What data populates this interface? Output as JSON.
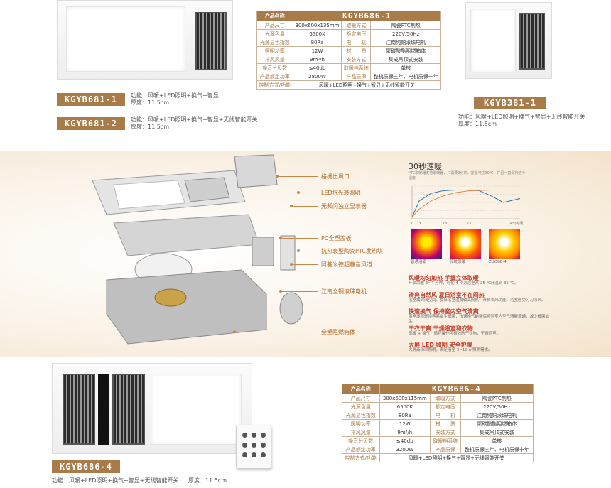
{
  "colors": {
    "brand": "#a97b48",
    "accent": "#b5651d",
    "chart_line": "#2b6cb0"
  },
  "top": {
    "kgyb681_1": {
      "label": "KGYB681-1",
      "func": "功能：风暖+LED照明+换气+智显",
      "thickness": "厚度：11.5cm"
    },
    "kgyb681_2": {
      "label": "KGYB681-2",
      "func": "功能：风暖+LED照明+换气+智显+无线智能开关",
      "thickness": "厚度：11.5cm"
    },
    "kgyb381_1": {
      "label": "KGYB381-1",
      "func": "功能：风暖+LED照明+换气+智显+无线智能开关",
      "thickness": "厚度：11.5cm"
    }
  },
  "spec_top": {
    "header_label": "产品名称",
    "model": "KGYB686-1",
    "rows": [
      [
        "产品尺寸",
        "300x600x135mm",
        "取暖方式",
        "陶瓷PTC制热"
      ],
      [
        "光源色温",
        "6500K",
        "额定电压",
        "220V/50Hz"
      ],
      [
        "光源显色指数",
        "80Ra",
        "电　　机",
        "江南纯铜滚珠电机"
      ],
      [
        "照明功率",
        "12W",
        "材　　质",
        "聚碳酸酯阻燃箱体"
      ],
      [
        "排风风量",
        "9m³/h",
        "安装方式",
        "集成吊顶式安装"
      ],
      [
        "噪音分贝数",
        "≤40db",
        "取暖档系统",
        "单核"
      ],
      [
        "产品额定功率",
        "2800W",
        "产品质保",
        "整机质保三年、电机质保十年"
      ]
    ],
    "control_label": "控制方式/功能",
    "control_value": "风暖+LED照明+换气+智显+无线智能开关"
  },
  "exploded": {
    "callouts": [
      "格栅出风口",
      "LED抗光衰照明",
      "无频闪独立显示器",
      "PC全塑盖板",
      "抗热衰型陶瓷PTC发热块",
      "阿基米德超静音风道",
      "江南全铜滚珠电机",
      "全塑阻燃箱体"
    ]
  },
  "heat_panel": {
    "title": "30秒速暖",
    "subtitle": "PTC取暖器支持取暖器，只需要3分钟，室温可达30℃，并且一直保持这个温度",
    "thermal_captions": [
      "普通浴霸",
      "传统取暖",
      "ZUOBE-4"
    ],
    "features": [
      {
        "title": "风暖均匀加热 手握立体取暖",
        "text": "开启风暖 3~4 分钟，可使 4 平方浴室从 25 ℃升温到 35 ℃。"
      },
      {
        "title": "清爽自然风 夏日浴室不在闷热",
        "text": "浴室属封闭空间，夏日浴室温度较高闷热，开启吹风功能，浴室感受习习凉风。"
      },
      {
        "title": "快速换气 保持室内空气清爽",
        "text": "浴室潮湿环境容易滋生细菌，快速换气能够保持浴室内空气清新流通，减少细菌滋生。"
      },
      {
        "title": "干衣干爽 干燥浴室和衣物",
        "text": "取暖 + 换气，循环操作可有效防干衣物，干燥浴室。"
      },
      {
        "title": "大屏 LED 照明 安全护眼",
        "text": "大屏高功率照明，满足浴室 3~10 ㎡照明需求。"
      }
    ]
  },
  "chart_data": {
    "type": "line",
    "title": "",
    "xlabel": "",
    "ylabel": "",
    "x_ticks": [
      "0",
      "3",
      "13",
      "23",
      "45(时间)"
    ],
    "series": [
      {
        "x": [
          0,
          3,
          8,
          13,
          18,
          23,
          28,
          33,
          38,
          45
        ],
        "values": [
          0.05,
          0.55,
          0.78,
          0.86,
          0.88,
          0.88,
          0.86,
          0.7,
          0.5,
          0.62
        ]
      },
      {
        "x": [
          0,
          3,
          8,
          13,
          18,
          23,
          28,
          33,
          38,
          45
        ],
        "values": [
          0.05,
          0.3,
          0.55,
          0.7,
          0.8,
          0.85,
          0.87,
          0.88,
          0.88,
          0.88
        ]
      }
    ],
    "xlim": [
      0,
      45
    ],
    "ylim": [
      0,
      1
    ]
  },
  "bottom": {
    "label": "KGYB686-4",
    "func": "功能：风暖+LED照明+换气+智显+无线智能开关",
    "thickness": "厚度：11.5cm"
  },
  "spec_bottom": {
    "header_label": "产品名称",
    "model": "KGYB686-4",
    "rows": [
      [
        "产品尺寸",
        "300x600x115mm",
        "取暖方式",
        "陶瓷PTC制热"
      ],
      [
        "光源色温",
        "6500K",
        "额定电压",
        "220V/50Hz"
      ],
      [
        "光源显色指数",
        "80Ra",
        "电　　机",
        "江南纯铜滚珠电机"
      ],
      [
        "照明功率",
        "12W",
        "材　　质",
        "聚碳酸酯阻燃箱体"
      ],
      [
        "排风风量",
        "9m³/h",
        "安装方式",
        "集成吊顶式安装"
      ],
      [
        "噪音分贝数",
        "≤40db",
        "取暖档系统",
        "单核"
      ],
      [
        "产品额定功率",
        "3200W",
        "产品质保",
        "整机质保三年、电机质保十年"
      ]
    ],
    "control_label": "控制方式/功能",
    "control_value": "风暖+LED照明+换气+智显+无线智能开关"
  }
}
